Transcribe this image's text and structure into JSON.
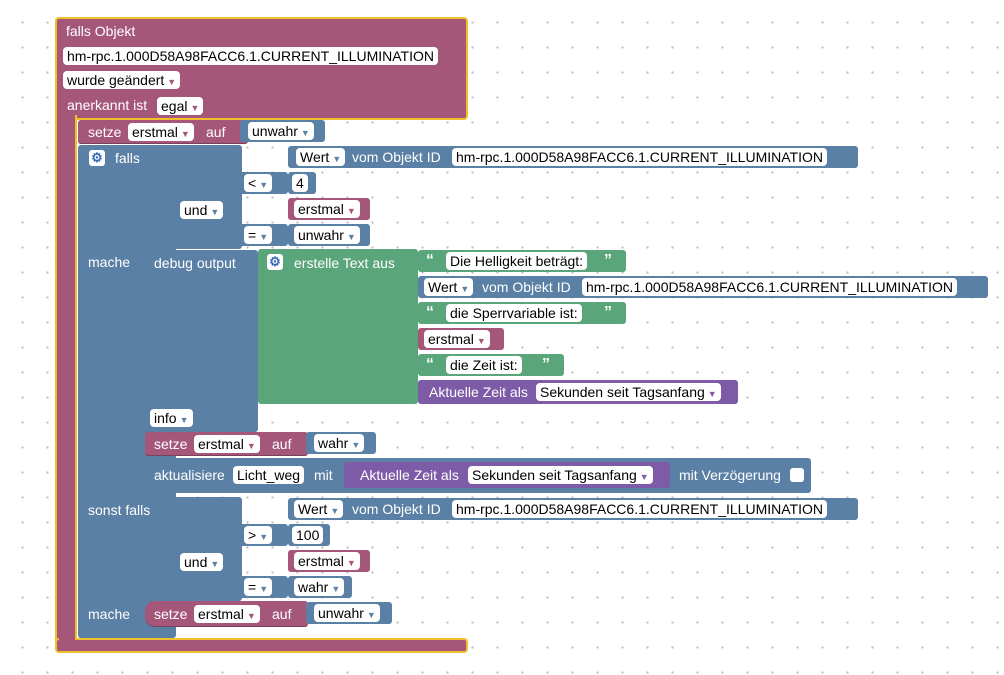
{
  "trigger": {
    "title": "falls Objekt",
    "object_id": "hm-rpc.1.000D58A98FACC6.1.CURRENT_ILLUMINATION",
    "changed": "wurde geändert",
    "ack_label": "anerkannt ist",
    "ack_value": "egal"
  },
  "set1": {
    "label": "setze",
    "var": "erstmal",
    "mid": "auf",
    "value": "unwahr"
  },
  "if": {
    "falls": "falls",
    "wert": "Wert",
    "vom": "vom Objekt ID",
    "object_id": "hm-rpc.1.000D58A98FACC6.1.CURRENT_ILLUMINATION",
    "op": "<",
    "num": "4",
    "and": "und",
    "var": "erstmal",
    "eq": "=",
    "bool": "unwahr",
    "mache": "mache"
  },
  "debug": {
    "label": "debug output",
    "text_label": "erstelle Text aus",
    "str1": "Die Helligkeit beträgt:",
    "wert": "Wert",
    "vom": "vom Objekt ID",
    "object_id": "hm-rpc.1.000D58A98FACC6.1.CURRENT_ILLUMINATION",
    "str2": "die Sperrvariable ist:",
    "var": "erstmal",
    "str3": "die Zeit ist:",
    "time_label": "Aktuelle Zeit als",
    "time_fmt": "Sekunden seit Tagsanfang",
    "level": "info"
  },
  "set2": {
    "label": "setze",
    "var": "erstmal",
    "mid": "auf",
    "value": "wahr"
  },
  "update": {
    "label": "aktualisiere",
    "var": "Licht_weg",
    "mit": "mit",
    "time_label": "Aktuelle Zeit als",
    "time_fmt": "Sekunden seit Tagsanfang",
    "delay": "mit Verzögerung"
  },
  "elseif": {
    "label": "sonst falls",
    "wert": "Wert",
    "vom": "vom Objekt ID",
    "object_id": "hm-rpc.1.000D58A98FACC6.1.CURRENT_ILLUMINATION",
    "op": ">",
    "num": "100",
    "and": "und",
    "var": "erstmal",
    "eq": "=",
    "bool": "wahr",
    "mache": "mache"
  },
  "set3": {
    "label": "setze",
    "var": "erstmal",
    "mid": "auf",
    "value": "unwahr"
  },
  "colors": {
    "trigger": "#a5577a",
    "logic": "#5b80a5",
    "text": "#5ba57a",
    "time": "#7d5ba6",
    "highlight": "#f0c02a"
  }
}
